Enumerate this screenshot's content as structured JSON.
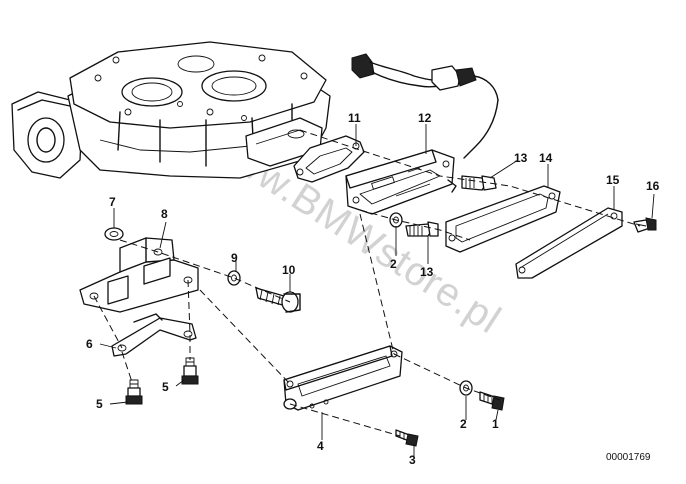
{
  "watermark": "www.BMWstore.pl",
  "diagram_id": "00001769",
  "callouts": [
    {
      "key": "c1",
      "label": "1"
    },
    {
      "key": "c2a",
      "label": "2"
    },
    {
      "key": "c2b",
      "label": "2"
    },
    {
      "key": "c3",
      "label": "3"
    },
    {
      "key": "c4",
      "label": "4"
    },
    {
      "key": "c5a",
      "label": "5"
    },
    {
      "key": "c5b",
      "label": "5"
    },
    {
      "key": "c6",
      "label": "6"
    },
    {
      "key": "c7",
      "label": "7"
    },
    {
      "key": "c8",
      "label": "8"
    },
    {
      "key": "c9",
      "label": "9"
    },
    {
      "key": "c10",
      "label": "10"
    },
    {
      "key": "c11",
      "label": "11"
    },
    {
      "key": "c12",
      "label": "12"
    },
    {
      "key": "c13a",
      "label": "13"
    },
    {
      "key": "c13b",
      "label": "13"
    },
    {
      "key": "c14",
      "label": "14"
    },
    {
      "key": "c15",
      "label": "15"
    },
    {
      "key": "c16",
      "label": "16"
    }
  ]
}
